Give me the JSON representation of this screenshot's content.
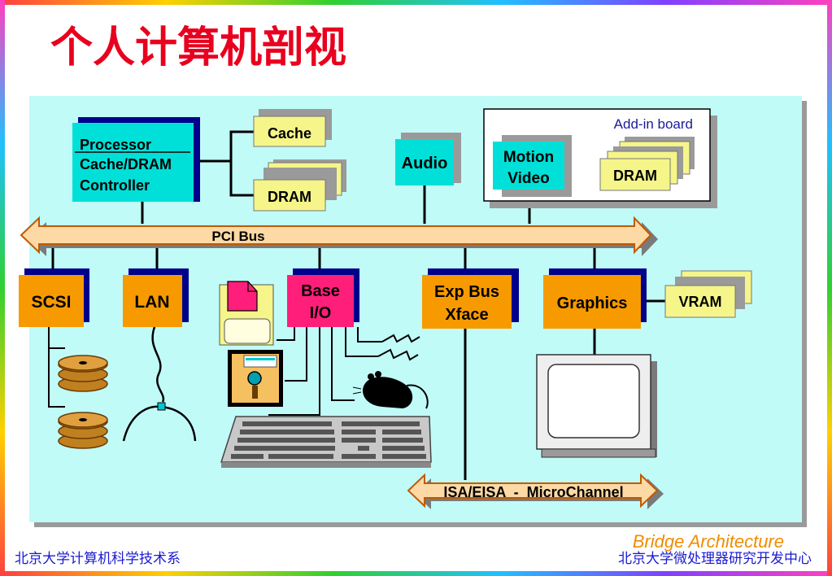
{
  "title": "个人计算机剖视",
  "colors": {
    "panel": "#c0fbf8",
    "cyan_box": "#00e0d8",
    "orange_box": "#f79a00",
    "magenta_box": "#ff1f7a",
    "yellow_box": "#f5f58a",
    "bus": "#fcd9a5",
    "bus_border": "#c05a00",
    "title": "#e8001e",
    "footer": "#1a1ad0",
    "caption": "#f08c00"
  },
  "diagram": {
    "processor_line1": "Processor",
    "processor_line2": "Cache/DRAM",
    "processor_line3": "Controller",
    "cache": "Cache",
    "dram": "DRAM",
    "audio": "Audio",
    "addin_board": "Add-in board",
    "motion_video_line1": "Motion",
    "motion_video_line2": "Video",
    "addin_dram": "DRAM",
    "pci_bus": "PCI Bus",
    "scsi": "SCSI",
    "lan": "LAN",
    "base_io_line1": "Base",
    "base_io_line2": "I/O",
    "exp_bus_line1": "Exp Bus",
    "exp_bus_line2": "Xface",
    "graphics": "Graphics",
    "vram": "VRAM",
    "isa_bus": "ISA/EISA  -  MicroChannel"
  },
  "caption": "Bridge Architecture",
  "footer_left": "北京大学计算机科学技术系",
  "footer_right": "北京大学微处理器研究开发中心"
}
